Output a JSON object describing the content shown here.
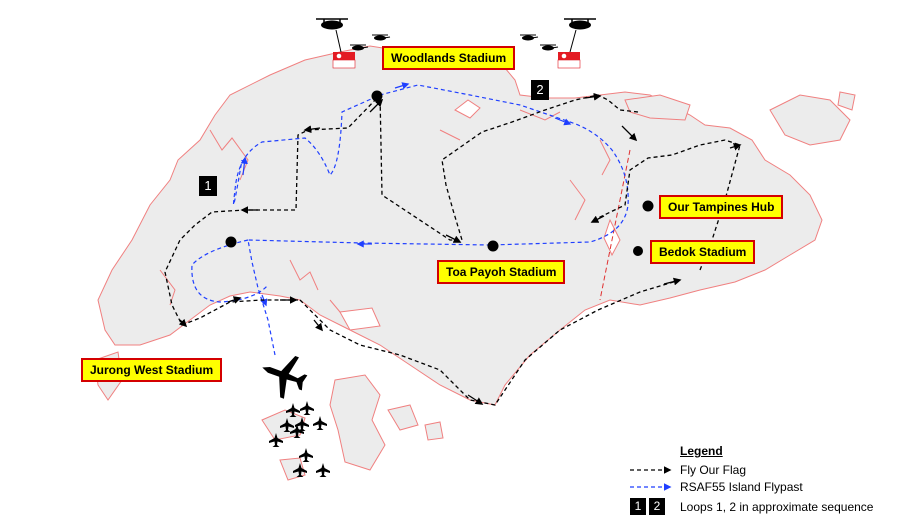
{
  "map": {
    "colors": {
      "land_fill": "#ececec",
      "coast_stroke": "#f08080",
      "fly_our_flag": "#000000",
      "flypast": "#1f3fff",
      "label_bg": "#ffff00",
      "label_border": "#d40000"
    },
    "labels": {
      "woodlands": "Woodlands Stadium",
      "tampines": "Our Tampines Hub",
      "bedok": "Bedok Stadium",
      "toa_payoh": "Toa Payoh Stadium",
      "jurong_west": "Jurong West Stadium"
    },
    "loop_badges": {
      "one": "1",
      "two": "2"
    },
    "icons": [
      "helicopter-icon",
      "singapore-flag-icon",
      "transport-aircraft-icon",
      "fighter-jet-icon"
    ]
  },
  "legend": {
    "title": "Legend",
    "items": [
      {
        "label": "Fly Our Flag",
        "line": "black-dashed-arrow"
      },
      {
        "label": "RSAF55 Island Flypast",
        "line": "blue-dashed-arrow"
      },
      {
        "label": "Loops 1, 2 in approximate sequence",
        "badges": [
          "1",
          "2"
        ]
      }
    ]
  }
}
